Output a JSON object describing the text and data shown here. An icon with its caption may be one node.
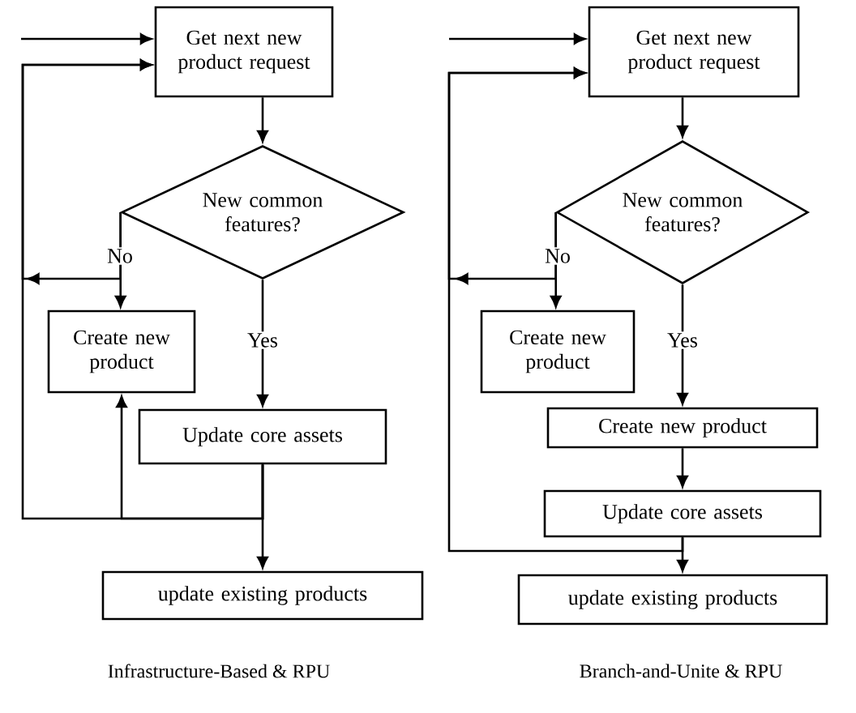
{
  "diagram": {
    "nodes": [
      {
        "text": [
          "Get next new product request"
        ]
      },
      {
        "text": [
          "New common features?"
        ]
      },
      {
        "text": [
          "Create new product"
        ]
      },
      {
        "text": [
          "Update core assets"
        ]
      },
      {
        "text": [
          "update existing products"
        ]
      },
      {
        "text": [
          "Get next new product request"
        ]
      },
      {
        "text": [
          "New common features?"
        ]
      },
      {
        "text": [
          "Create new product"
        ]
      },
      {
        "text": [
          "Create new product"
        ]
      },
      {
        "text": [
          "Update core assets"
        ]
      },
      {
        "text": [
          "update existing products"
        ]
      }
    ],
    "edges": [
      {
        "from": null,
        "to": 0,
        "arrow": "to"
      },
      {
        "from": 0,
        "to": 1,
        "arrow": "to"
      },
      {
        "from": 1,
        "to": 2,
        "arrow": "to",
        "label": "No"
      },
      {
        "from": 1,
        "to": 0,
        "arrow": "to"
      },
      {
        "from": 1,
        "to": 3,
        "arrow": "to",
        "label": "Yes"
      },
      {
        "from": 3,
        "to": 4,
        "arrow": "to"
      },
      {
        "from": 3,
        "to": 2,
        "arrow": "to"
      },
      {
        "from": 3,
        "to": 0,
        "arrow": "to"
      },
      {
        "from": null,
        "to": 5,
        "arrow": "to"
      },
      {
        "from": 5,
        "to": 6,
        "arrow": "to"
      },
      {
        "from": 6,
        "to": 7,
        "arrow": "to",
        "label": "No"
      },
      {
        "from": 6,
        "to": 5,
        "arrow": "to"
      },
      {
        "from": 6,
        "to": 8,
        "arrow": "to",
        "label": "Yes"
      },
      {
        "from": 8,
        "to": 9,
        "arrow": "to"
      },
      {
        "from": 9,
        "to": 10,
        "arrow": "to"
      },
      {
        "from": 9,
        "to": 5,
        "arrow": "to"
      }
    ],
    "labels": [
      "Infrastructure-Based & RPU",
      "Branch-and-Unite & RPU"
    ]
  }
}
